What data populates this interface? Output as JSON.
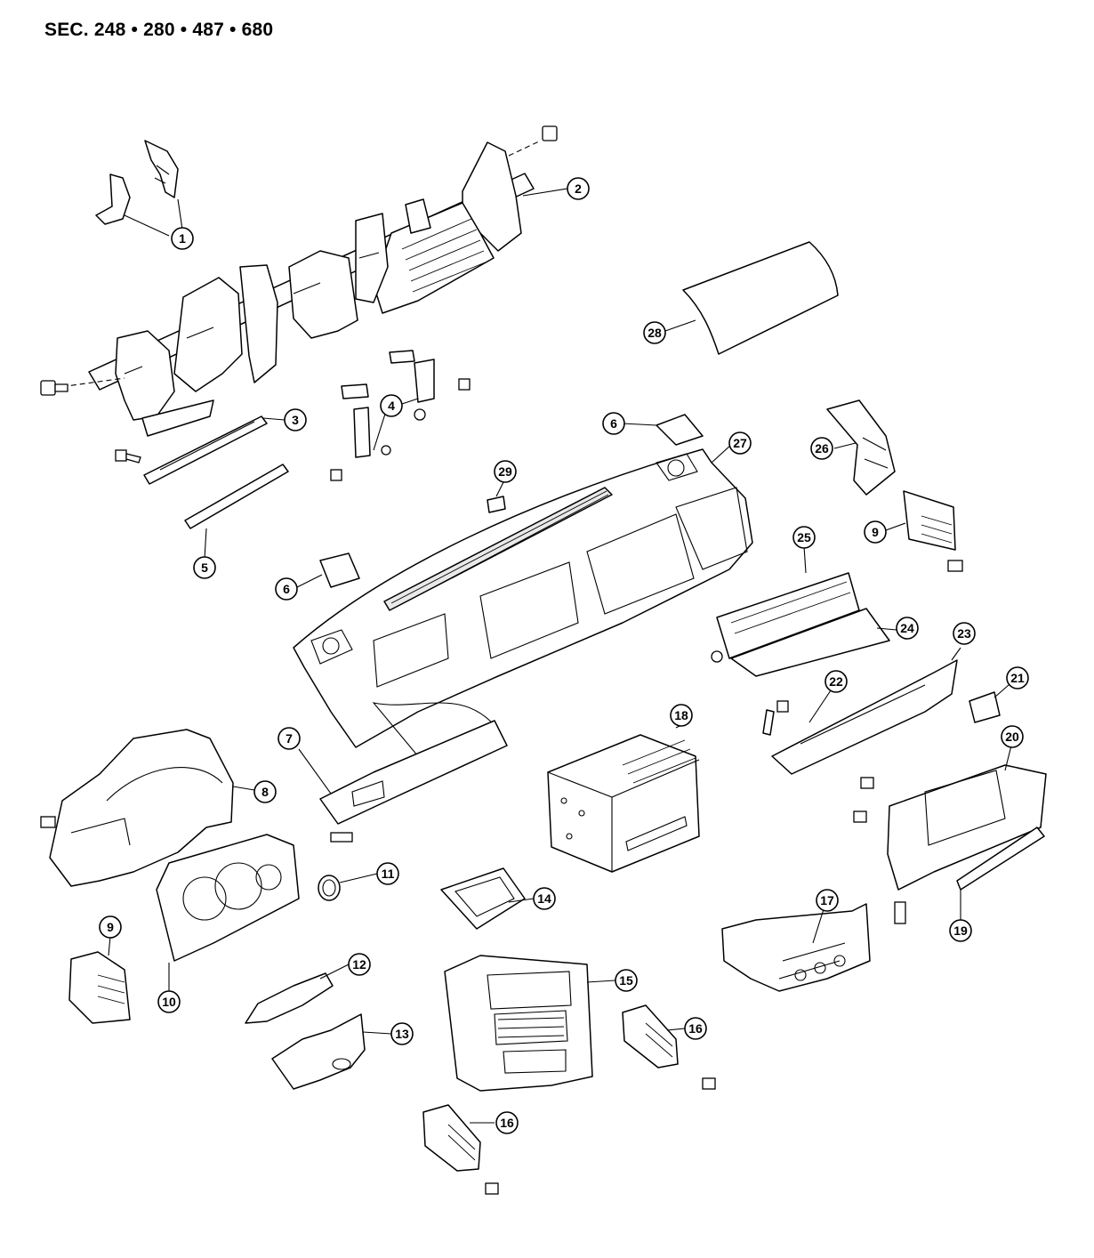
{
  "title": "SEC. 248 • 280 • 487 • 680",
  "callouts": [
    {
      "id": "c1",
      "label": "1"
    },
    {
      "id": "c2",
      "label": "2"
    },
    {
      "id": "c3",
      "label": "3"
    },
    {
      "id": "c4",
      "label": "4"
    },
    {
      "id": "c5",
      "label": "5"
    },
    {
      "id": "c6a",
      "label": "6"
    },
    {
      "id": "c6b",
      "label": "6"
    },
    {
      "id": "c7",
      "label": "7"
    },
    {
      "id": "c8",
      "label": "8"
    },
    {
      "id": "c9a",
      "label": "9"
    },
    {
      "id": "c9b",
      "label": "9"
    },
    {
      "id": "c10",
      "label": "10"
    },
    {
      "id": "c11",
      "label": "11"
    },
    {
      "id": "c12",
      "label": "12"
    },
    {
      "id": "c13",
      "label": "13"
    },
    {
      "id": "c14",
      "label": "14"
    },
    {
      "id": "c15",
      "label": "15"
    },
    {
      "id": "c16a",
      "label": "16"
    },
    {
      "id": "c16b",
      "label": "16"
    },
    {
      "id": "c17",
      "label": "17"
    },
    {
      "id": "c18",
      "label": "18"
    },
    {
      "id": "c19",
      "label": "19"
    },
    {
      "id": "c20",
      "label": "20"
    },
    {
      "id": "c21",
      "label": "21"
    },
    {
      "id": "c22",
      "label": "22"
    },
    {
      "id": "c23",
      "label": "23"
    },
    {
      "id": "c24",
      "label": "24"
    },
    {
      "id": "c25",
      "label": "25"
    },
    {
      "id": "c26",
      "label": "26"
    },
    {
      "id": "c27",
      "label": "27"
    },
    {
      "id": "c28",
      "label": "28"
    },
    {
      "id": "c29",
      "label": "29"
    }
  ]
}
